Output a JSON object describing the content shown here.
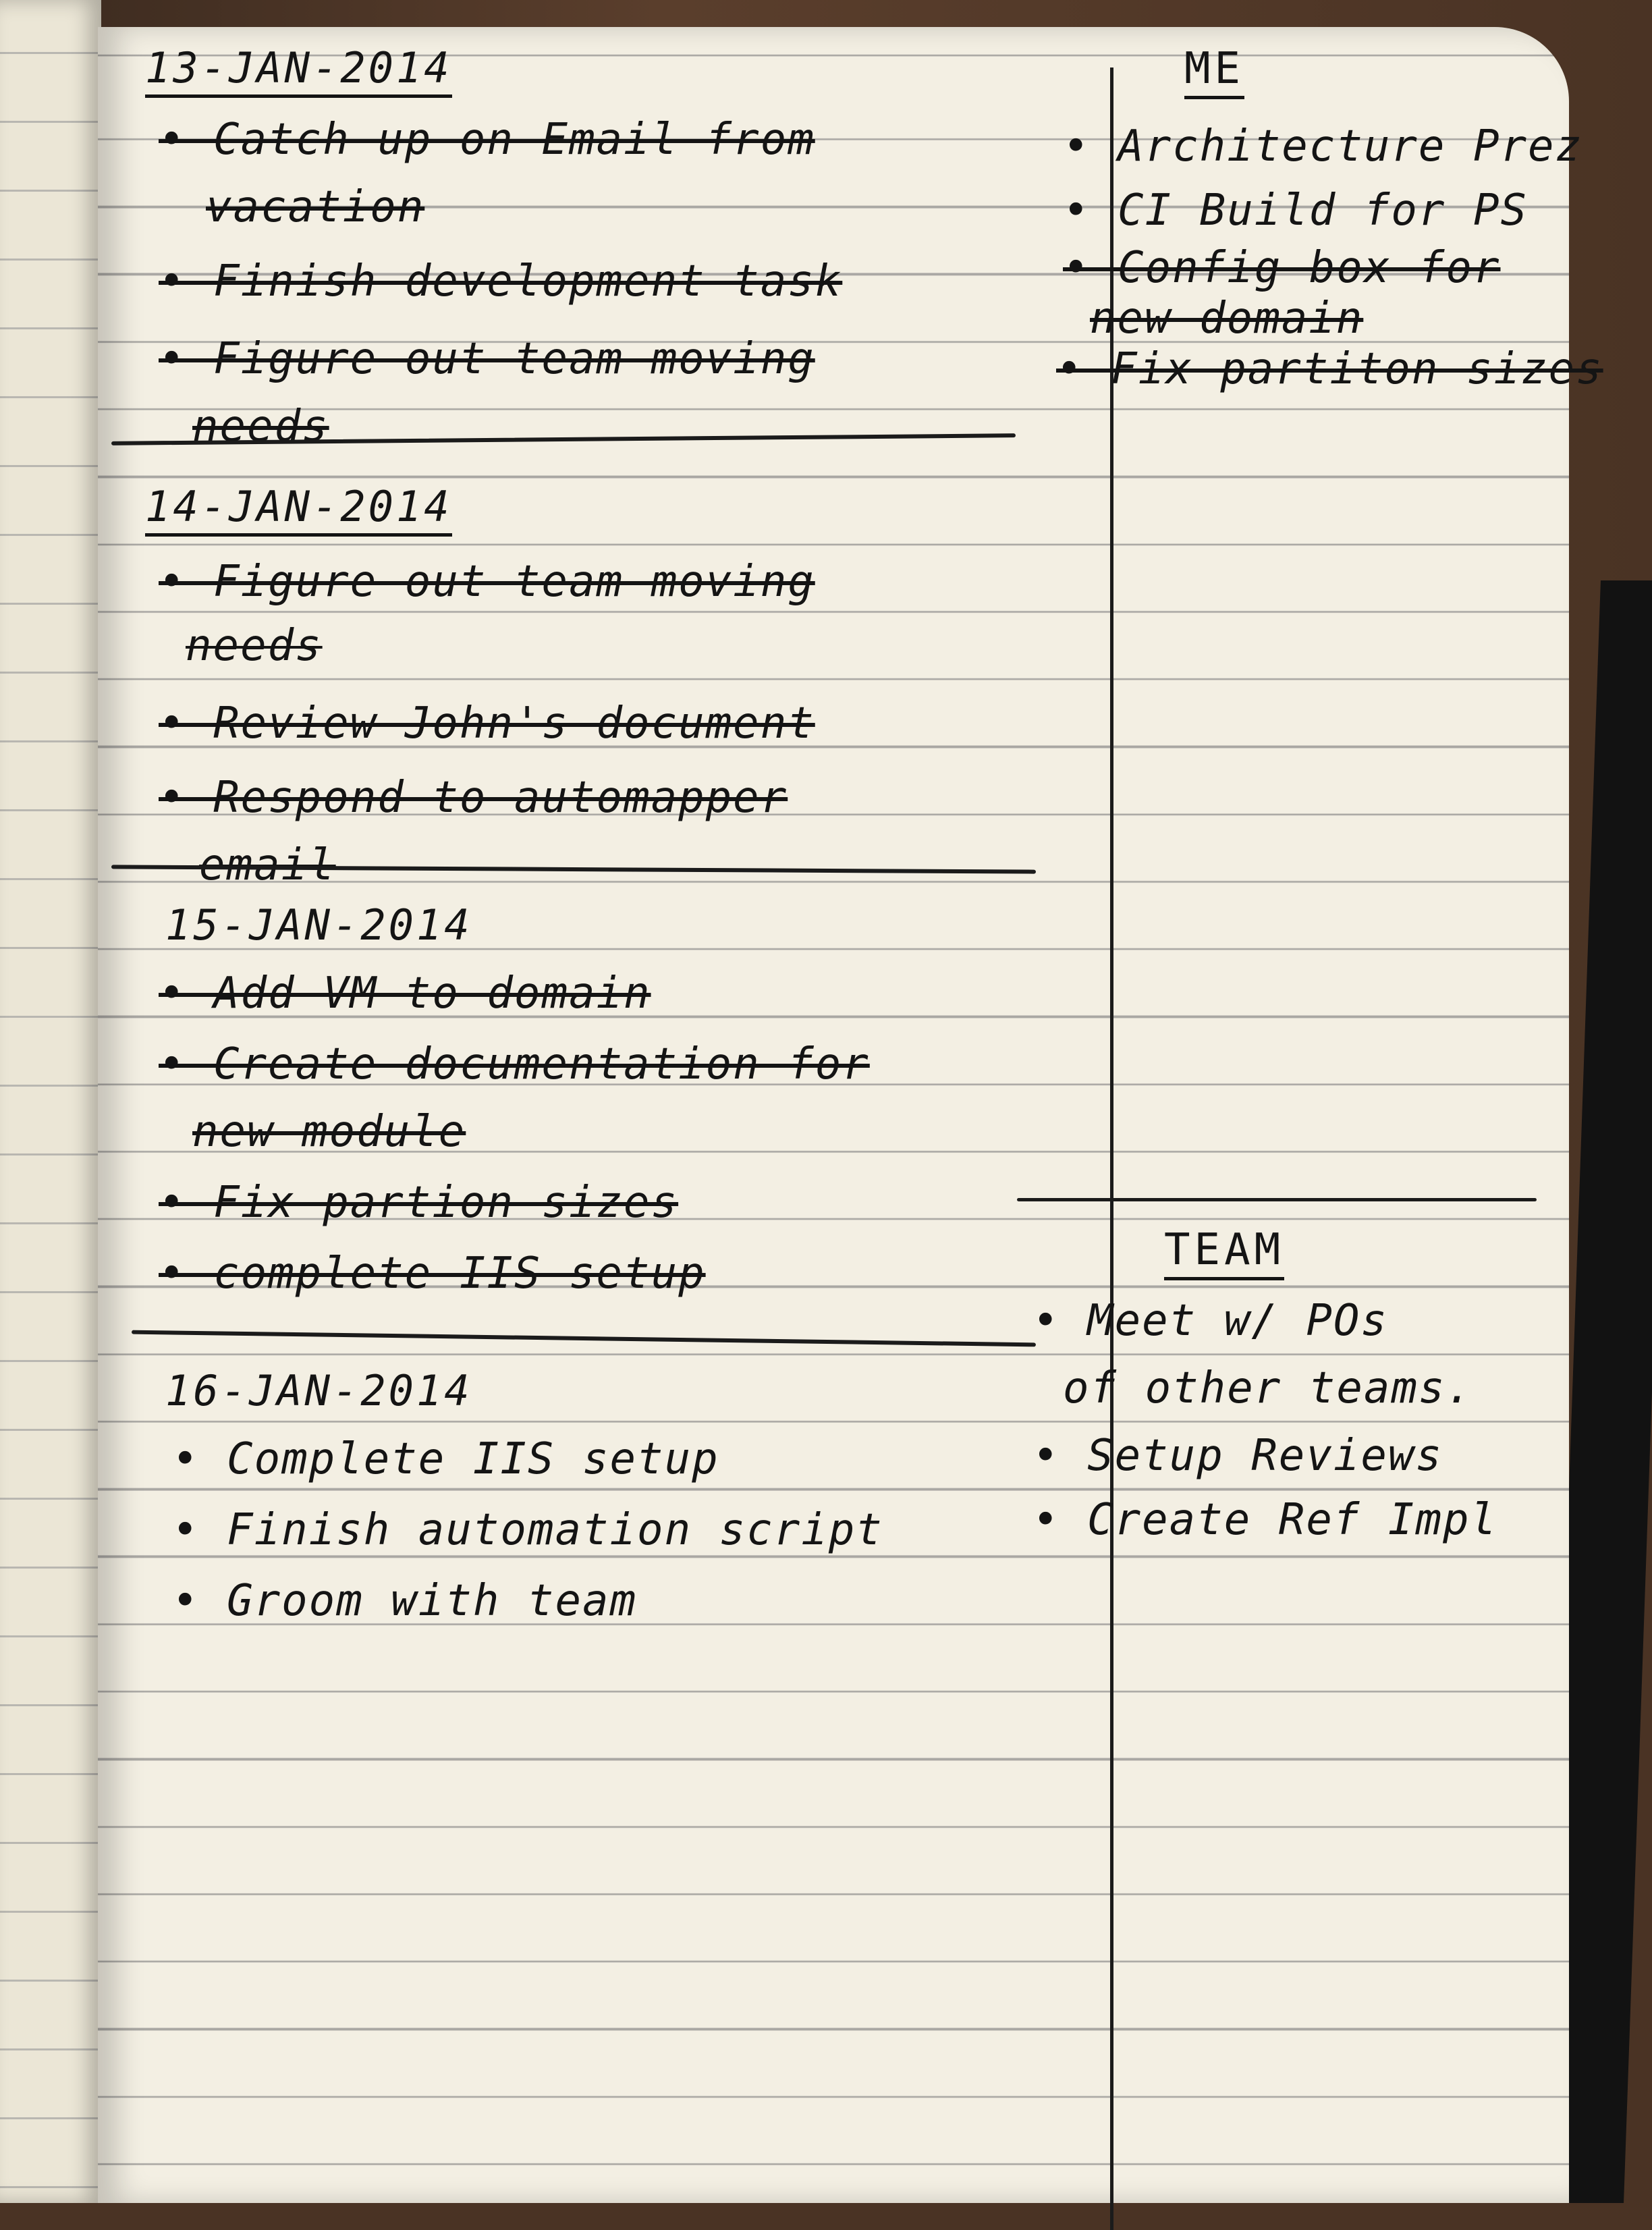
{
  "left_column": {
    "day1": {
      "date": "13-JAN-2014",
      "item1_line1": "• Catch up on Email from",
      "item1_line2": "vacation",
      "item2": "• Finish development task",
      "item3_line1": "• Figure out team moving",
      "item3_line2": "needs"
    },
    "day2": {
      "date": "14-JAN-2014",
      "item1_line1": "• Figure out team moving",
      "item1_line2": "needs",
      "item2": "• Review John's document",
      "item3_line1": "• Respond to automapper",
      "item3_line2": "email"
    },
    "day3": {
      "date": "15-JAN-2014",
      "item1": "• Add VM to domain",
      "item2_line1": "• Create documentation for",
      "item2_line2": "new module",
      "item3": "• Fix partion sizes",
      "item4": "• complete IIS setup"
    },
    "day4": {
      "date": "16-JAN-2014",
      "item1": "• Complete IIS setup",
      "item2": "• Finish automation script",
      "item3": "• Groom with team"
    }
  },
  "right_column": {
    "me": {
      "heading": "ME",
      "item1": "• Architecture Prez",
      "item2": "• CI Build for PS",
      "item3_line1": "• Config box for",
      "item3_line2": "new domain",
      "item4": "• Fix partiton sizes"
    },
    "team": {
      "heading": "TEAM",
      "item1_line1": "• Meet w/ POs",
      "item1_line2": "of other teams.",
      "item2": "• Setup Reviews",
      "item3": "• Create Ref Impl"
    }
  }
}
